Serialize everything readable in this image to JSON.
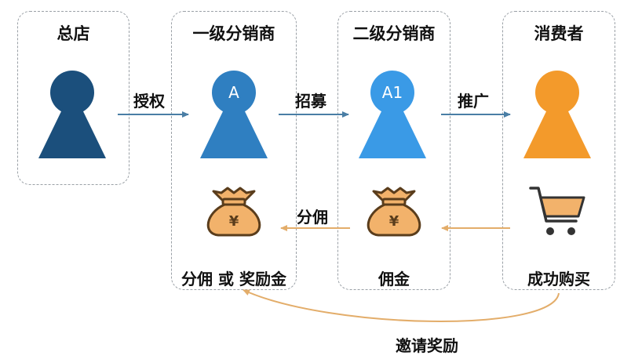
{
  "nodes": {
    "hq": {
      "title": "总店"
    },
    "level1": {
      "title": "一级分销商",
      "badge": "A",
      "caption": "分佣 或 奖励金"
    },
    "level2": {
      "title": "二级分销商",
      "badge": "A1",
      "caption": "佣金"
    },
    "consumer": {
      "title": "消费者",
      "caption": "成功购买"
    }
  },
  "edges": {
    "authorize": "授权",
    "recruit": "招募",
    "promote": "推广",
    "share": "分佣",
    "invite_reward": "邀请奖励"
  },
  "icons": {
    "money_bag_symbol": "¥"
  },
  "colors": {
    "hq": "#1b4f7c",
    "level1": "#2f7fc1",
    "level2": "#3a9ae6",
    "consumer": "#f39a2b",
    "arrow_blue": "#4a7ea5",
    "arrow_orange": "#e3ad6a",
    "bag": "#f2b26b"
  }
}
